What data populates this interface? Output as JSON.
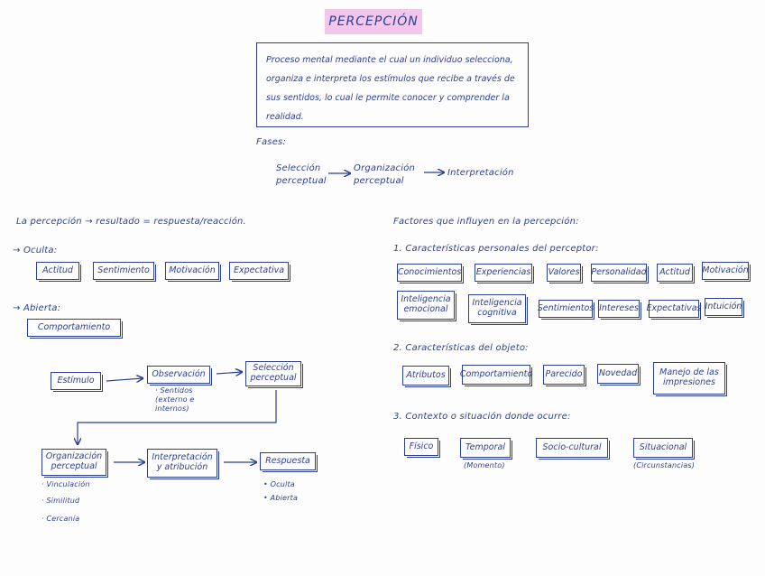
{
  "title": "PERCEPCIÓN",
  "definition": "Proceso mental mediante el cual un individuo selecciona, organiza e interpreta los estímulos que recibe a través de sus sentidos, lo cual le permite conocer y comprender la realidad.",
  "phases": {
    "label": "Fases:",
    "items": [
      "Selección perceptual",
      "Organización perceptual",
      "Interpretación"
    ]
  },
  "left": {
    "heading": "La percepción → resultado = respuesta/reacción.",
    "hidden_label": "→ Oculta:",
    "hidden_items": [
      "Actitud",
      "Sentimiento",
      "Motivación",
      "Expectativa"
    ],
    "open_label": "→ Abierta:",
    "open_items": [
      "Comportamiento"
    ],
    "flow": {
      "stimulus": "Estímulo",
      "observation": "Observación",
      "observation_note": "· Sentidos (externo e internos)",
      "selection": "Selección perceptual",
      "organization": "Organización perceptual",
      "interpretation": "Interpretación y atribución",
      "response": "Respuesta",
      "organization_notes": [
        "· Vinculación",
        "· Similitud",
        "· Cercanía"
      ],
      "response_notes": [
        "• Oculta",
        "• Abierta"
      ]
    }
  },
  "right": {
    "heading": "Factores que influyen en la percepción:",
    "group1": {
      "label": "1. Características personales del perceptor:",
      "row1": [
        "Conocimientos",
        "Experiencias",
        "Valores",
        "Personalidad",
        "Actitud",
        "Motivación"
      ],
      "row2": [
        "Inteligencia emocional",
        "Inteligencia cognitiva",
        "Sentimientos",
        "Intereses",
        "Expectativas",
        "Intuición"
      ]
    },
    "group2": {
      "label": "2. Características del objeto:",
      "items": [
        "Atributos",
        "Comportamiento",
        "Parecido",
        "Novedad",
        "Manejo de las impresiones"
      ]
    },
    "group3": {
      "label": "3. Contexto o situación donde ocurre:",
      "items": [
        "Físico",
        "Temporal",
        "Socio-cultural",
        "Situacional"
      ],
      "notes": [
        "(Momento)",
        "(Circunstancias)"
      ]
    }
  }
}
